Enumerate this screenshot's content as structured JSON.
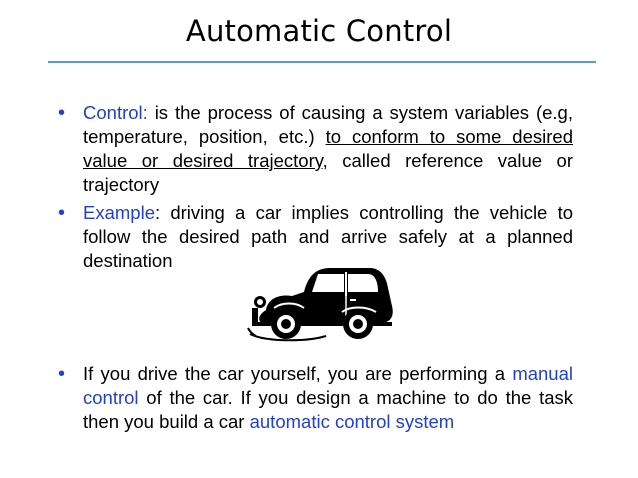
{
  "slide": {
    "title": "Automatic Control",
    "bullet_glyph": "•",
    "bullets": [
      {
        "term": "Control",
        "colon": ":",
        "text_a": " is the process of causing a system variables (e.g, temperature, position, etc.) ",
        "underlined": "to conform to some desired value or desired trajectory",
        "text_b": ", called reference value or trajectory"
      },
      {
        "term": "Example",
        "colon": ":",
        "text_a": " driving a car implies controlling the vehicle to follow the desired path and arrive safely at a planned destination"
      },
      {
        "text_a": "If you drive the car yourself, you are performing a ",
        "term1": "manual control",
        "text_b": " of the car. If you design a machine to do the task then you build a car ",
        "term2": "automatic control system"
      }
    ],
    "image_icon": "vintage-car-icon",
    "colors": {
      "accent_blue": "#1f3fd6",
      "rule_blue": "#5b9bd5"
    }
  }
}
